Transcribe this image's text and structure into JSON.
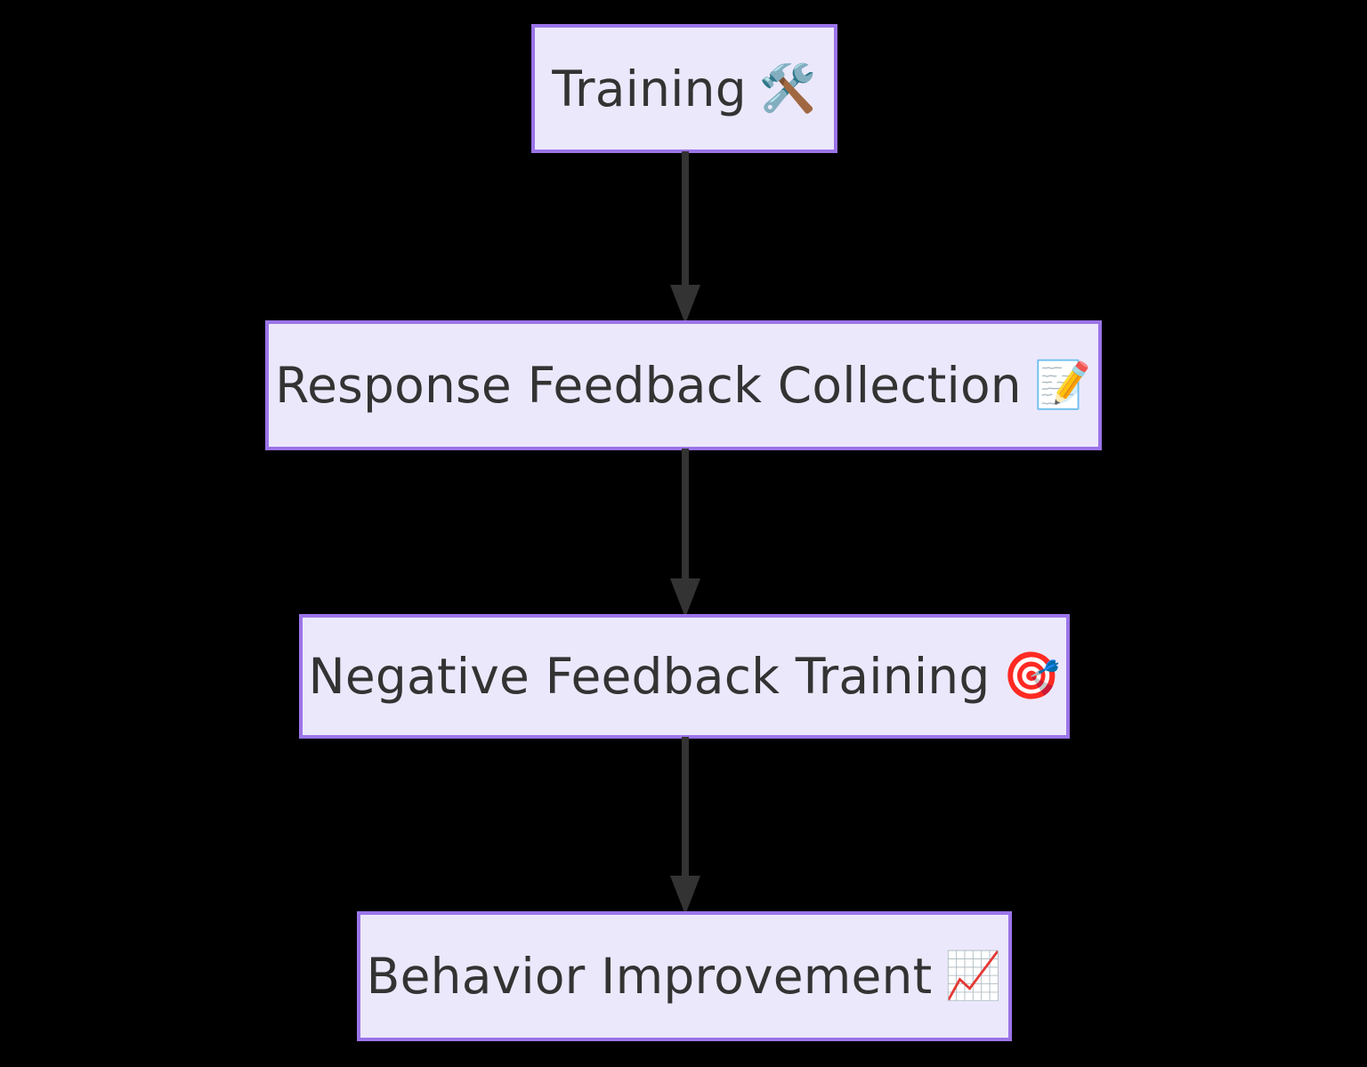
{
  "diagram": {
    "type": "flowchart",
    "direction": "top-to-bottom",
    "background_color": "#000000",
    "node_fill_color": "#ECE8FC",
    "node_border_color": "#9B74E8",
    "node_text_color": "#333333",
    "edge_color": "#333333",
    "nodes": [
      {
        "id": "training",
        "label": "Training",
        "emoji": "🛠️",
        "emoji_name": "hammer-and-wrench-icon"
      },
      {
        "id": "response-feedback-collection",
        "label": "Response Feedback Collection",
        "emoji": "📝",
        "emoji_name": "memo-icon"
      },
      {
        "id": "negative-feedback-training",
        "label": "Negative Feedback Training",
        "emoji": "🎯",
        "emoji_name": "direct-hit-icon"
      },
      {
        "id": "behavior-improvement",
        "label": "Behavior Improvement",
        "emoji": "📈",
        "emoji_name": "chart-increasing-icon"
      }
    ],
    "edges": [
      {
        "from": "training",
        "to": "response-feedback-collection",
        "label": ""
      },
      {
        "from": "response-feedback-collection",
        "to": "negative-feedback-training",
        "label": ""
      },
      {
        "from": "negative-feedback-training",
        "to": "behavior-improvement",
        "label": ""
      }
    ]
  }
}
